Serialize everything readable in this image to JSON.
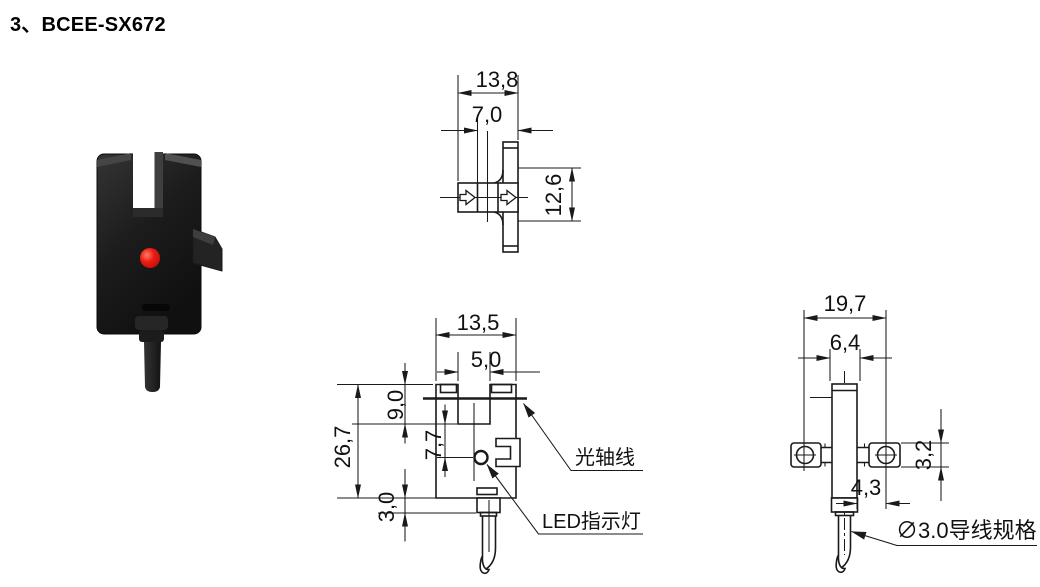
{
  "page": {
    "title": "3、BCEE-SX672"
  },
  "photo": {
    "description": "BCEE-SX672 photoelectric slot sensor",
    "led_color": "#e41d12",
    "body_color": "#1b1b1b"
  },
  "top_view": {
    "dim_overall_width": "13,8",
    "dim_center_offset": "7,0",
    "dim_depth": "12,6"
  },
  "front_view": {
    "dim_overall_width": "13,5",
    "dim_slot_width": "5,0",
    "dim_slot_depth": "9,0",
    "dim_led_offset": "7,7",
    "dim_overall_height": "26,7",
    "dim_bottom": "3,0",
    "label_optical_axis": "光轴线",
    "label_led": "LED指示灯"
  },
  "side_view": {
    "dim_hole_spacing": "19,7",
    "dim_body_width": "6,4",
    "dim_flange_thickness": "3,2",
    "dim_hole_offset": "4,3",
    "label_cable": "∅3.0导线规格"
  },
  "drawing": {
    "line_color": "#1a1a1a"
  }
}
